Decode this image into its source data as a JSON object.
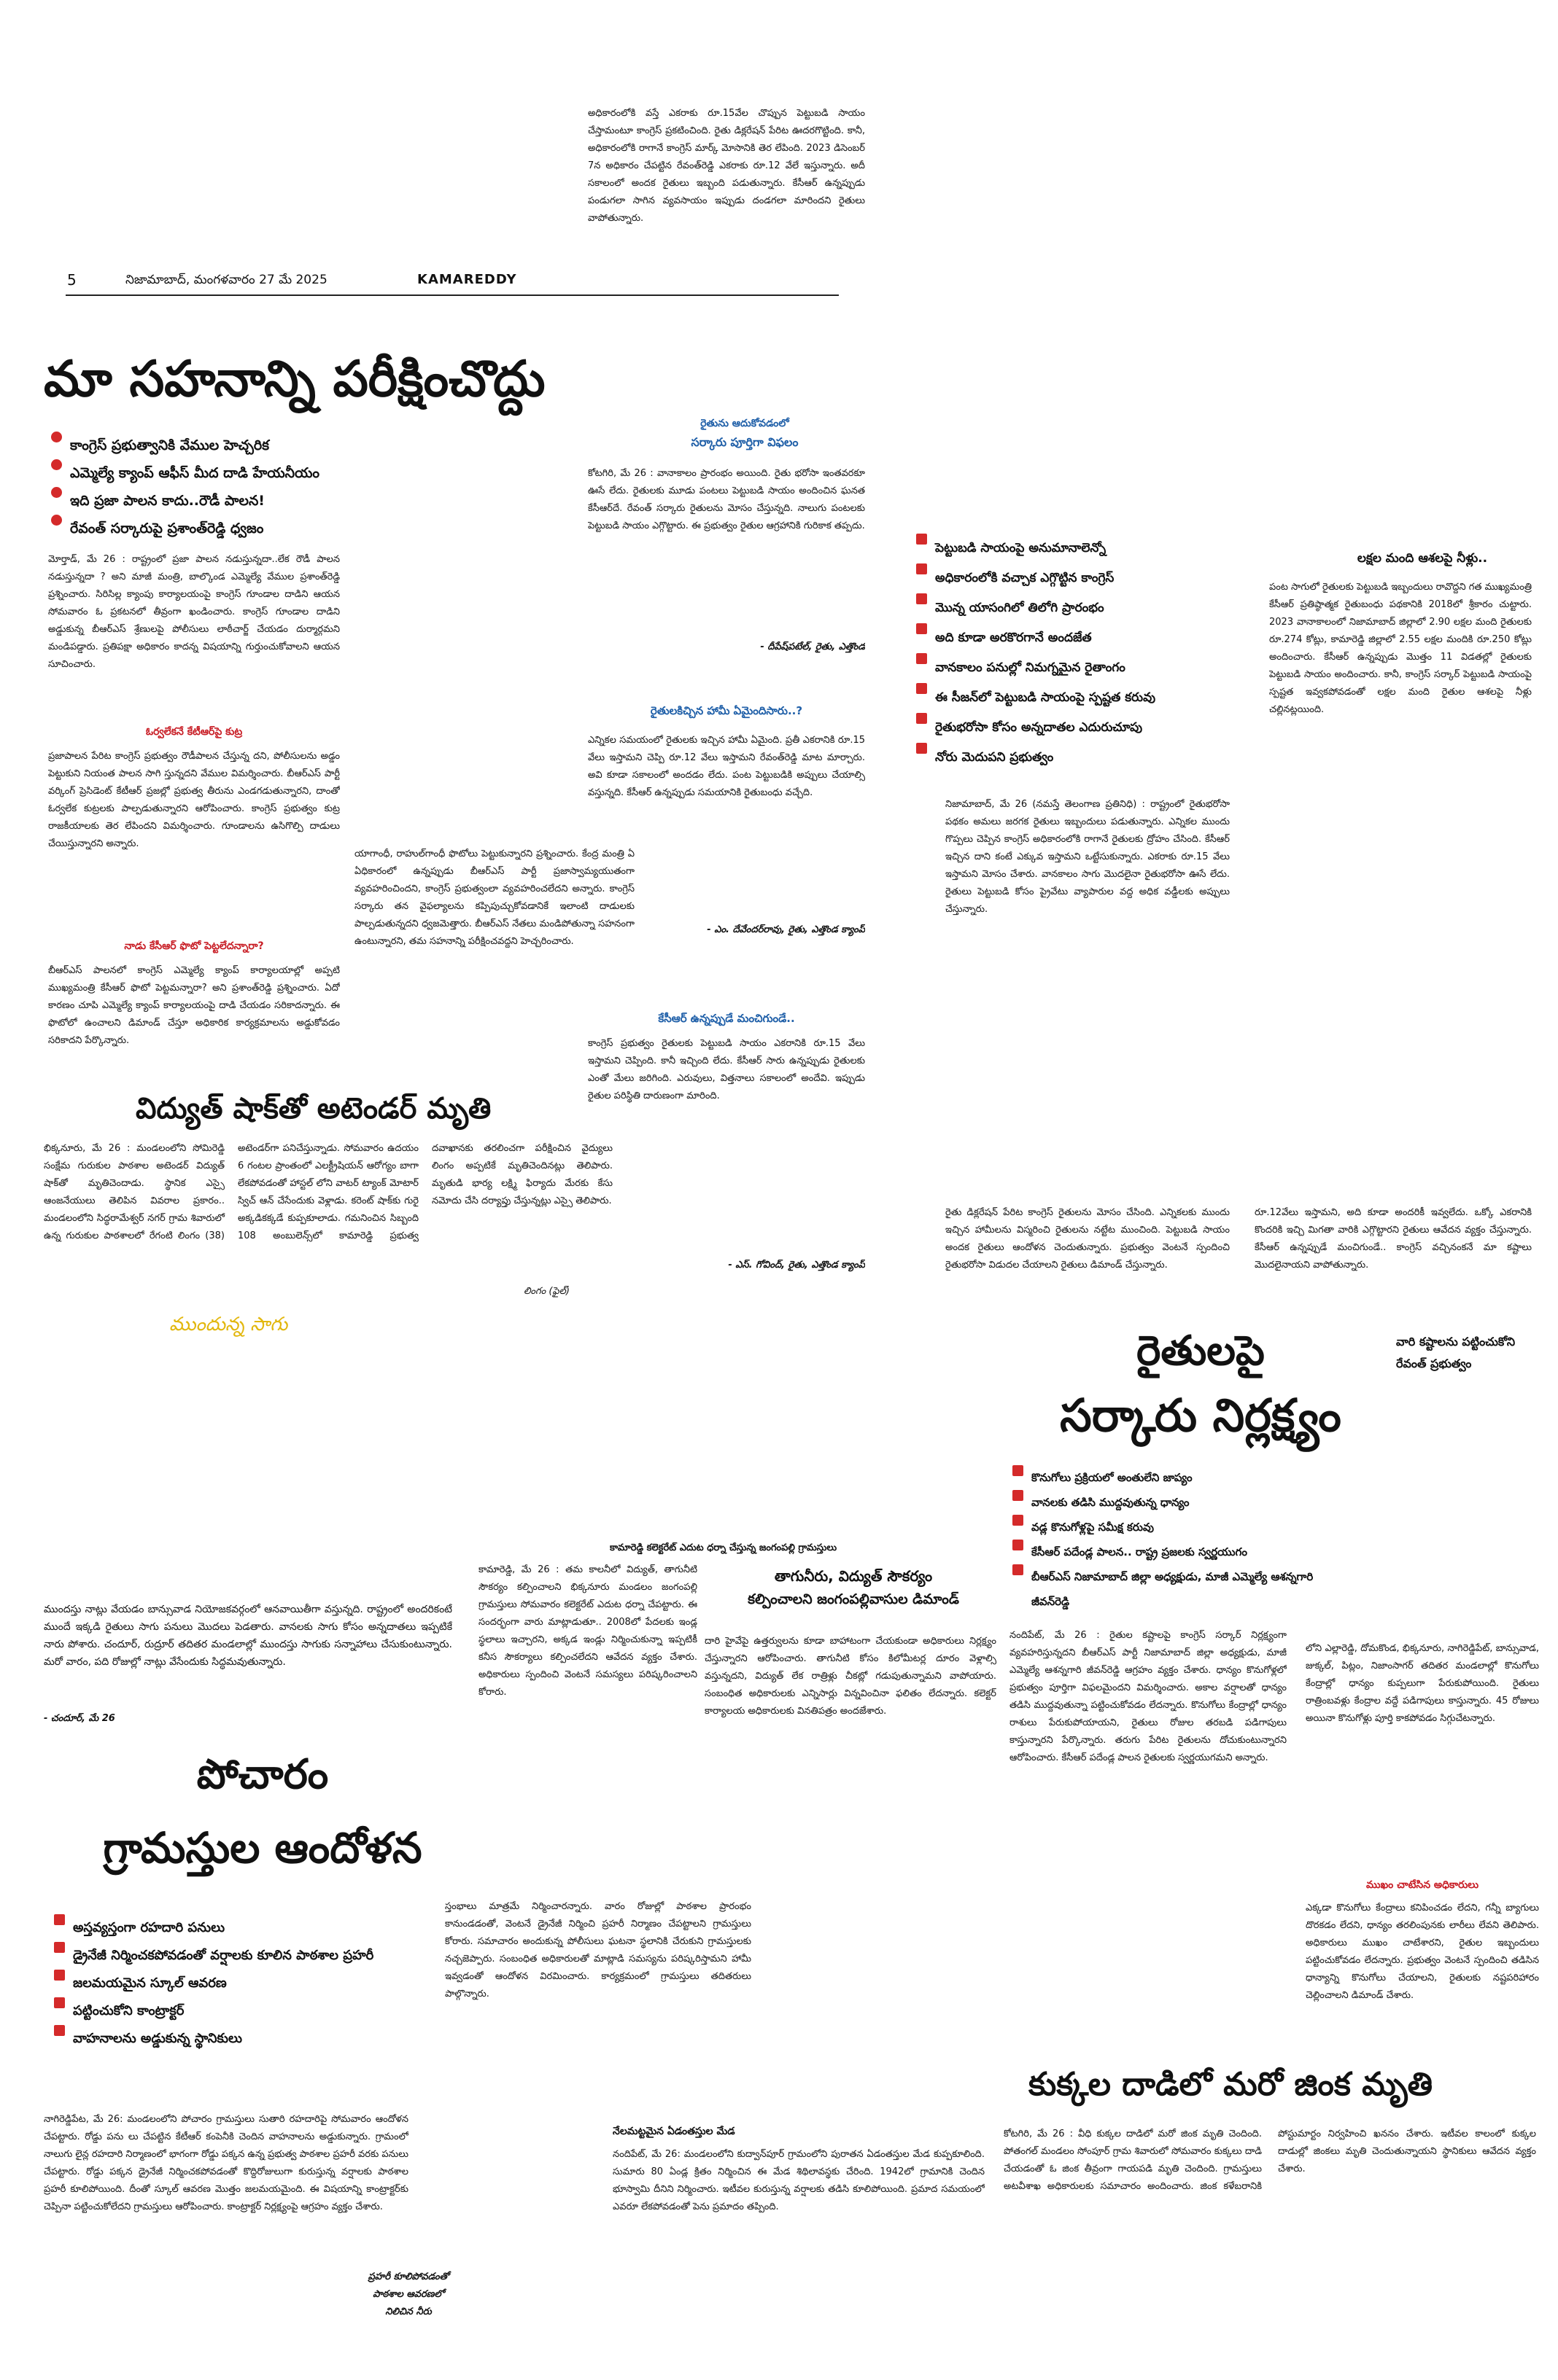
{
  "masthead": {
    "page_number": "5",
    "edition_line": "నిజామాబాద్, మంగళవారం 27 మే 2025",
    "district": "KAMAREDDY"
  },
  "story1": {
    "headline": "మా సహనాన్ని పరీక్షించొద్దు",
    "bullets": [
      "కాంగ్రెస్ ప్రభుత్వానికి వేముల హెచ్చరిక",
      "ఎమ్మెల్యే క్యాంప్ ఆఫీస్ మీద దాడి హేయనీయం",
      "ఇది ప్రజా పాలన కాదు..రౌడీ పాలన!",
      "రేవంత్ సర్కారుపై ప్రశాంత్‌రెడ్డి ధ్వజం"
    ],
    "para1": "మోర్తాడ్, మే 26 : రాష్ట్రంలో ప్రజా పాలన నడుస్తున్నదా..లేక రౌడీ పాలన నడుస్తున్నదా ? అని మాజీ మంత్రి, బాల్కొండ ఎమ్మెల్యే వేముల ప్రశాంత్‌రెడ్డి ప్రశ్నించారు. సిరిసిల్ల క్యాంపు కార్యాలయంపై కాంగ్రెస్ గూండాల దాడిని ఆయన సోమవారం ఓ ప్రకటనలో తీవ్రంగా ఖండించారు. కాంగ్రెస్ గూండాల దాడిని అడ్డుకున్న బీఆర్‌ఎస్ శ్రేణులపై పోలీసులు లాఠీచార్జ్ చేయడం దుర్మార్గమని మండిపడ్డారు. ప్రతిపక్షా అధికారం కాదన్న విషయాన్ని గుర్తుంచుకోవాలని ఆయన సూచించారు.",
    "subhead1": "ఓర్వలేకనే కేటీఆర్‌పై కుట్ర",
    "para2": "ప్రజాపాలన పేరిట కాంగ్రెస్ ప్రభుత్వం రౌడీపాలన చేస్తున్న దని, పోలీసులను అడ్డం పెట్టుకుని నియంత పాలన సాగి స్తున్నదని వేముల విమర్శించారు. బీఆర్‌ఎస్ పార్టీ వర్కింగ్ ప్రెసిడెంట్ కేటీఆర్ ప్రజల్లో ప్రభుత్వ తీరును ఎండగడుతున్నారని, దాంతో ఓర్వలేక కుట్రలకు పాల్పడుతున్నారని ఆరోపించారు. కాంగ్రెస్ ప్రభుత్వం కుట్ర రాజకీయాలకు తెర లేపిందని విమర్శించారు. గూండాలను ఉసిగొల్పి దాడులు చేయిస్తున్నారని అన్నారు.",
    "subhead2": "నాడు కేసీఆర్ ఫొటో పెట్టలేదన్నారా?",
    "para3": "బీఆర్‌ఎస్ పాలనలో కాంగ్రెస్ ఎమ్మెల్యే క్యాంప్ కార్యాలయాల్లో అప్పటి ముఖ్యమంత్రి కేసీఆర్ ఫొటో పెట్టమన్నారా? అని ప్రశాంత్‌రెడ్డి ప్రశ్నించారు. ఏదో కారణం చూపి ఎమ్మెల్యే క్యాంప్ కార్యాలయంపై దాడి చేయడం సరికాదన్నారు. ఈ ఫొటోలో ఉంచాలని డిమాండ్ చేస్తూ అధికారిక కార్యక్రమాలను అడ్డుకోవడం సరికాదని పేర్కొన్నారు.",
    "para_mid": "యాగాంధీ, రాహుల్‌గాంధీ ఫొటోలు పెట్టుకున్నారని ప్రశ్నించారు. కేంద్ర మంత్రి ఏ ఏధికారంలో ఉన్నప్పుడు బీఆర్‌ఎస్ పార్టీ ప్రజాస్వామ్యయుతంగా వ్యవహరించిందని, కాంగ్రెస్ ప్రభుత్వంలా వ్యవహరించలేదని అన్నారు. కాంగ్రెస్ సర్కారు తన వైఫల్యాలను కప్పిపుచ్చుకోవడానికే ఇలాంటి దాడులకు పాల్పడుతున్నదని ధ్వజమెత్తారు. బీఆర్‌ఎస్ నేతలు మండిపోతున్నా సహనంగా ఉంటున్నారని, తమ సహనాన్ని పరీక్షించవద్దని హెచ్చరించారు."
  },
  "story2": {
    "headline": "విద్యుత్ షాక్‌తో అటెండర్ మృతి",
    "body": "భిక్కనూరు, మే 26 : మండలంలోని సోమిరెడ్డి సంక్షేమ గురుకుల పాఠశాల అటెండర్ విద్యుత్ షాక్‌తో మృతిచెందాడు. స్థానిక ఎస్సై ఆంజనేయులు తెలిపిన వివరాల ప్రకారం.. మండలంలోని సిద్ధరామేశ్వర్ నగర్ గ్రామ శివారులో ఉన్న గురుకుల పాఠశాలలో రేగంటి లింగం (38) అటెండర్‌గా పనిచేస్తున్నాడు. సోమవారం ఉదయం 6 గంటల ప్రాంతంలో ఎలక్ట్రీషియన్ ఆరోగ్యం బాగా లేకపోవడంతో హాస్టల్ లోని వాటర్ ట్యాంక్ మోటార్ స్విచ్ ఆన్ చేసేందుకు వెళ్లాడు. కరెంట్ షాక్‌కు గురై అక్కడికక్కడే కుప్పకూలాడు. గమనించిన సిబ్బంది 108 అంబులెన్స్‌లో కామారెడ్డి ప్రభుత్వ దవాఖానకు తరలించగా పరీక్షించిన వైద్యులు లింగం అప్పటికే మృతిచెందినట్లు తెలిపారు. మృతుడి భార్య లక్ష్మి ఫిర్యాదు మేరకు కేసు నమోదు చేసి దర్యాప్తు చేస్తున్నట్లు ఎస్సై తెలిపారు.",
    "photo_credit": "లింగం (ఫైల్)",
    "handwritten_tag": "ముందున్న సాగు"
  },
  "story3": {
    "kicker1": "రైతును ఆదుకోవడంలో",
    "kicker2": "సర్కారు పూర్తిగా విఫలం",
    "top_para": "అధికారంలోకి వస్తే ఎకరాకు రూ.15వేల చొప్పున పెట్టుబడి సాయం చేస్తామంటూ కాంగ్రెస్ ప్రకటించింది. రైతు డిక్లరేషన్ పేరిట ఊదరగొట్టింది. కానీ, అధికారంలోకి రాగానే కాంగ్రెస్ మార్క్ మోసానికి తెర లేపింది. 2023 డిసెంబర్ 7న అధికారం చేపట్టిన రేవంత్‌రెడ్డి ఎకరాకు రూ.12 వేలే ఇస్తున్నారు. అదీ సకాలంలో అందక రైతులు ఇబ్బంది పడుతున్నారు. కేసీఆర్ ఉన్నప్పుడు పండుగలా సాగిన వ్యవసాయం ఇప్పుడు దండగలా మారిందని రైతులు వాపోతున్నారు.",
    "para": "కోటగిరి, మే 26 : వానాకాలం ప్రారంభం అయింది. రైతు భరోసా ఇంతవరకూ ఊసే లేదు. రైతులకు మూడు పంటలు పెట్టుబడి సాయం అందించిన ఘనత కేసీఆర్‌దే. రేవంత్ సర్కారు రైతులను మోసం చేస్తున్నది. నాలుగు పంటలకు పెట్టుబడి సాయం ఎగ్గొట్టారు. ఈ ప్రభుత్వం రైతుల ఆగ్రహానికి గురికాక తప్పదు.",
    "byline1": "- దీపేష్‌పటేల్, రైతు, ఎత్తొండ",
    "q_head": "రైతులకిచ్చిన హామీ ఏమైందిసారు..?",
    "q_para": "ఎన్నికల సమయంలో రైతులకు ఇచ్చిన హామీ ఏమైంది. ప్రతీ ఎకరానికి రూ.15 వేలు ఇస్తామని చెప్పి రూ.12 వేలు ఇస్తామని రేవంత్‌రెడ్డి మాట మార్చారు. అవి కూడా సకాలంలో అందడం లేదు. పంట పెట్టుబడికి అప్పులు చేయాల్సి వస్తున్నది. కేసీఆర్ ఉన్నప్పుడు సమయానికి రైతుబంధు వచ్చేది.",
    "byline2": "- ఎం. దేవేందర్‌రావు, రైతు, ఎత్తొండ క్యాంప్",
    "k_head": "కేసీఆర్ ఉన్నప్పుడే మంచిగుండే..",
    "k_para": "కాంగ్రెస్ ప్రభుత్వం రైతులకు పెట్టుబడి సాయం ఎకరానికి రూ.15 వేలు ఇస్తామని చెప్పింది. కానీ ఇచ్చింది లేదు. కేసీఆర్ సారు ఉన్నప్పుడు రైతులకు ఎంతో మేలు జరిగింది. ఎరువులు, విత్తనాలు సకాలంలో అందేవి. ఇప్పుడు రైతుల పరిస్థితి దారుణంగా మారింది.",
    "byline3": "- ఎస్. గోవింద్, రైతు, ఎత్తొండ క్యాంప్"
  },
  "story4": {
    "bullets": [
      "పెట్టుబడి సాయంపై అనుమానాలెన్నో",
      "అధికారంలోకి వచ్చాక ఎగ్గొట్టిన కాంగ్రెస్",
      "మొన్న యాసంగిలో తిలోగి ప్రారంభం",
      "అది కూడా అరకొరగానే అందజేత",
      "వానకాలం పనుల్లో నిమగ్నమైన రైతాంగం",
      "ఈ సీజన్‌లో పెట్టుబడి సాయంపై స్పష్టత కరువు",
      "రైతుభరోసా కోసం అన్నదాతల ఎదురుచూపు",
      "నోరు మెదుపని ప్రభుత్వం"
    ],
    "side_head": "లక్షల మంది ఆశలపై నీళ్లు..",
    "side_para": "పంట సాగులో రైతులకు పెట్టుబడి ఇబ్బందులు రావొద్దని గత ముఖ్యమంత్రి కేసీఆర్ ప్రతిష్ఠాత్మక రైతుబంధు పథకానికి 2018లో శ్రీకారం చుట్టారు. 2023 వానాకాలంలో నిజామాబాద్ జిల్లాలో 2.90 లక్షల మంది రైతులకు రూ.274 కోట్లు, కామారెడ్డి జిల్లాలో 2.55 లక్షల మందికి రూ.250 కోట్లు అందించారు. కేసీఆర్ ఉన్నప్పుడు మొత్తం 11 విడతల్లో రైతులకు పెట్టుబడి సాయం అందించారు. కానీ, కాంగ్రెస్ సర్కార్ పెట్టుబడి సాయంపై స్పష్టత ఇవ్వకపోవడంతో లక్షల మంది రైతుల ఆశలపై నీళ్లు చల్లినట్లయింది.",
    "para": "నిజామాబాద్, మే 26 (నమస్తే తెలంగాణ ప్రతినిధి) : రాష్ట్రంలో రైతుభరోసా పథకం అమలు జరగక రైతులు ఇబ్బందులు పడుతున్నారు. ఎన్నికల ముందు గొప్పలు చెప్పిన కాంగ్రెస్ అధికారంలోకి రాగానే రైతులకు ద్రోహం చేసింది. కేసీఆర్ ఇచ్చిన దాని కంటే ఎక్కువ ఇస్తామని ఒట్టేసుకున్నారు. ఎకరాకు రూ.15 వేలు ఇస్తామని మోసం చేశారు. వానకాలం సాగు మొదలైనా రైతుభరోసా ఊసే లేదు. రైతులు పెట్టుబడి కోసం ప్రైవేటు వ్యాపారుల వద్ద అధిక వడ్డీలకు అప్పులు చేస్తున్నారు.",
    "para2": "రైతు డిక్లరేషన్ పేరిట కాంగ్రెస్ రైతులను మోసం చేసింది. ఎన్నికలకు ముందు ఇచ్చిన హామీలను విస్మరించి రైతులను నట్టేట ముంచింది. పెట్టుబడి సాయం అందక రైతులు ఆందోళన చెందుతున్నారు. ప్రభుత్వం వెంటనే స్పందించి రైతుభరోసా విడుదల చేయాలని రైతులు డిమాండ్ చేస్తున్నారు.",
    "para3": "రూ.12వేలు ఇస్తామని, అది కూడా అందరికీ ఇవ్వలేదు. ఒక్కో ఎకరానికి కొందరికి ఇచ్చి మిగతా వారికి ఎగ్గొట్టారని రైతులు ఆవేదన వ్యక్తం చేస్తున్నారు. కేసీఆర్ ఉన్నప్పుడే మంచిగుండే.. కాంగ్రెస్ వచ్చినంకనే మా కష్టాలు మొదలైనాయని వాపోతున్నారు."
  },
  "story5": {
    "headline_line1": "రైతులపై",
    "headline_line2": "సర్కారు నిర్లక్ష్యం",
    "side": "వారి కష్టాలను పట్టించుకోని రేవంత్ ప్రభుత్వం",
    "bullets": [
      "కొనుగోలు ప్రక్రియలో అంతులేని జాప్యం",
      "వానలకు తడిసి ముద్దవుతున్న ధాన్యం",
      "వడ్ల కొనుగోళ్లపై సమీక్ష కరువు",
      "కేసీఆర్ పదేండ్ల పాలన.. రాష్ట్ర ప్రజలకు స్వర్ణయుగం",
      "బీఆర్‌ఎస్ నిజామాబాద్ జిల్లా అధ్యక్షుడు, మాజీ ఎమ్మెల్యే ఆశన్నగారి జీవన్‌రెడ్డి"
    ],
    "para": "నందిపేట్, మే 26 : రైతుల కష్టాలపై కాంగ్రెస్ సర్కార్ నిర్లక్ష్యంగా వ్యవహరిస్తున్నదని బీఆర్‌ఎస్ పార్టీ నిజామాబాద్ జిల్లా అధ్యక్షుడు, మాజీ ఎమ్మెల్యే ఆశన్నగారి జీవన్‌రెడ్డి ఆగ్రహం వ్యక్తం చేశారు. ధాన్యం కొనుగోళ్లలో ప్రభుత్వం పూర్తిగా విఫలమైందని విమర్శించారు. అకాల వర్షాలతో ధాన్యం తడిసి ముద్దవుతున్నా పట్టించుకోవడం లేదన్నారు. కొనుగోలు కేంద్రాల్లో ధాన్యం రాశులు పేరుకుపోయాయని, రైతులు రోజుల తరబడి పడిగాపులు కాస్తున్నారని పేర్కొన్నారు. తరుగు పేరిట రైతులను దోచుకుంటున్నారని ఆరోపించారు. కేసీఆర్ పదేండ్ల పాలన రైతులకు స్వర్ణయుగమని అన్నారు.",
    "para2": "లోని ఎల్లారెడ్డి, దోమకొండ, భిక్కనూరు, నాగిరెడ్డిపేట్, బాన్సువాడ, జుక్కల్, పిట్లం, నిజాంసాగర్ తదితర మండలాల్లో కొనుగోలు కేంద్రాల్లో ధాన్యం కుప్పలుగా పేరుకుపోయింది. రైతులు రాత్రింబవళ్లు కేంద్రాల వద్దే పడిగాపులు కాస్తున్నారు. 45 రోజులు అయినా కొనుగోళ్లు పూర్తి కాకపోవడం సిగ్గుచేటన్నారు.",
    "side_head": "ముఖం చాటేసిన అధికారులు",
    "side_para": "ఎక్కడా కొనుగోలు కేంద్రాలు కనిపించడం లేదని, గన్నీ బ్యాగులు దొరకడం లేదని, ధాన్యం తరలింపునకు లారీలు లేవని తెలిపారు. అధికారులు ముఖం చాటేశారని, రైతుల ఇబ్బందులు పట్టించుకోవడం లేదన్నారు. ప్రభుత్వం వెంటనే స్పందించి తడిసిన ధాన్యాన్ని కొనుగోలు చేయాలని, రైతులకు నష్టపరిహారం చెల్లించాలని డిమాండ్ చేశారు."
  },
  "story6": {
    "kicker": "కామారెడ్డి కలెక్టరేట్ ఎదుట ధర్నా చేస్తున్న జంగంపల్లి గ్రామస్తులు",
    "headline_line1": "తాగునీరు, విద్యుత్ సౌకర్యం",
    "headline_line2": "కల్పించాలని జంగంపల్లివాసుల డిమాండ్",
    "para": "కామారెడ్డి, మే 26 : తమ కాలనీలో విద్యుత్, తాగునీటి సౌకర్యం కల్పించాలని భిక్కనూరు మండలం జంగంపల్లి గ్రామస్తులు సోమవారం కలెక్టరేట్ ఎదుట ధర్నా చేపట్టారు. ఈ సందర్భంగా వారు మాట్లాడుతూ.. 2008లో పేదలకు ఇండ్ల స్థలాలు ఇచ్చారని, అక్కడ ఇండ్లు నిర్మించుకున్నా ఇప్పటికీ కనీస సౌకర్యాలు కల్పించలేదని ఆవేదన వ్యక్తం చేశారు. అధికారులు స్పందించి వెంటనే సమస్యలు పరిష్కరించాలని కోరారు.",
    "para2": "దారి హైవేపై ఉత్తర్వులను కూడా బాహాటంగా చేయకుండా అధికారులు నిర్లక్ష్యం చేస్తున్నారని ఆరోపించారు. తాగునీటి కోసం కిలోమీటర్ల దూరం వెళ్లాల్సి వస్తున్నదని, విద్యుత్ లేక రాత్రిళ్లు చీకట్లో గడుపుతున్నామని వాపోయారు. సంబంధిత అధికారులకు ఎన్నిసార్లు విన్నవించినా ఫలితం లేదన్నారు. కలెక్టర్ కార్యాలయ అధికారులకు వినతిపత్రం అందజేశారు."
  },
  "story7": {
    "intro": "ముందస్తు నాట్లు వేయడం బాన్సువాడ నియోజకవర్గంలో ఆనవాయితీగా వస్తున్నది. రాష్ట్రంలో అందరికంటే ముందే ఇక్కడి రైతులు సాగు పనులు మొదలు పెడతారు. వానలకు సాగు కోసం అన్నదాతలు ఇప్పటికే నారు పోశారు. చందూర్, రుద్రూర్ తదితర మండలాల్లో ముందస్తు సాగుకు సన్నాహాలు చేసుకుంటున్నారు. మరో వారం, పది రోజుల్లో నాట్లు వేసేందుకు సిద్ధమవుతున్నారు.",
    "intro_byline": "- చందూర్, మే 26",
    "headline_line1": "పోచారం",
    "headline_line2": "గ్రామస్తుల ఆందోళన",
    "bullets": [
      "అస్తవ్యస్తంగా రహదారి పనులు",
      "డ్రైనేజీ నిర్మించకపోవడంతో వర్షాలకు కూలిన పాఠశాల ప్రహరీ",
      "జలమయమైన స్కూల్ ఆవరణ",
      "పట్టించుకోని కాంట్రాక్టర్",
      "వాహనాలను అడ్డుకున్న స్థానికులు"
    ],
    "para": "నాగిరెడ్డిపేట, మే 26: మండలంలోని పోచారం గ్రామస్తులు సుతారి రహదారిపై సోమవారం ఆందోళన చేపట్టారు. రోడ్డు పను లు చేపట్టిన కేటీఆర్ కంపెనీకి చెందిన వాహనాలను అడ్డుకున్నారు. గ్రామంలో నాలుగు లైన్ల రహదారి నిర్మాణంలో భాగంగా రోడ్డు పక్కన ఉన్న ప్రభుత్వ పాఠశాల ప్రహరీ వరకు పనులు చేపట్టారు. రోడ్డు పక్కన డ్రైనేజీ నిర్మించకపోవడంతో కొద్దిరోజులుగా కురుస్తున్న వర్షాలకు పాఠశాల ప్రహరీ కూలిపోయింది. దీంతో స్కూల్ ఆవరణ మొత్తం జలమయమైంది. ఈ విషయాన్ని కాంట్రాక్టర్‌కు చెప్పినా పట్టించుకోలేదని గ్రామస్తులు ఆరోపించారు. కాంట్రాక్టర్ నిర్లక్ష్యంపై ఆగ్రహం వ్యక్తం చేశారు.",
    "para_right": "స్తంభాలు మాత్రమే నిర్మించారన్నారు. వారం రోజుల్లో పాఠశాల ప్రారంభం కానుండడంతో, వెంటనే డ్రైనేజీ నిర్మించి ప్రహరీ నిర్మాణం చేపట్టాలని గ్రామస్తులు కోరారు. సమాచారం అందుకున్న పోలీసులు ఘటనా స్థలానికి చేరుకుని గ్రామస్తులకు నచ్చజెప్పారు. సంబంధిత అధికారులతో మాట్లాడి సమస్యను పరిష్కరిస్తామని హామీ ఇవ్వడంతో ఆందోళన విరమించారు. కార్యక్రమంలో గ్రామస్తులు తదితరులు పాల్గొన్నారు.",
    "photo_caption": "ప్రహరీ కూలిపోవడంతో పాఠశాల ఆవరణలో నిలిచిన నీరు"
  },
  "story8": {
    "headline": "కుక్కల దాడిలో మరో జింక మృతి",
    "para": "కోటగిరి, మే 26 : వీధి కుక్కల దాడిలో మరో జింక మృతి చెందింది. పోతంగల్ మండలం సోంపూర్ గ్రామ శివారులో సోమవారం కుక్కలు దాడి చేయడంతో ఓ జింక తీవ్రంగా గాయపడి మృతి చెందింది. గ్రామస్తులు అటవీశాఖ అధికారులకు సమాచారం అందించారు. జింక కళేబరానికి పోస్టుమార్టం నిర్వహించి ఖననం చేశారు. ఇటీవల కాలంలో కుక్కల దాడుల్లో జింకలు మృతి చెందుతున్నాయని స్థానికులు ఆవేదన వ్యక్తం చేశారు.",
    "para_left": "నందిపేట్, మే 26: మండలంలోని కుద్వాన్‌పూర్ గ్రామంలోని పురాతన ఏడంతస్తుల మేడ కుప్పకూలింది. సుమారు 80 ఏండ్ల క్రితం నిర్మించిన ఈ మేడ శిథిలావస్థకు చేరింది. 1942లో గ్రామానికి చెందిన భూస్వామి దీనిని నిర్మించారు. ఇటీవల కురుస్తున్న వర్షాలకు తడిసి కూలిపోయింది. ప్రమాద సమయంలో ఎవరూ లేకపోవడంతో పెను ప్రమాదం తప్పింది.",
    "caption_left": "నేలమట్టమైన ఏడంతస్తుల మేడ"
  }
}
